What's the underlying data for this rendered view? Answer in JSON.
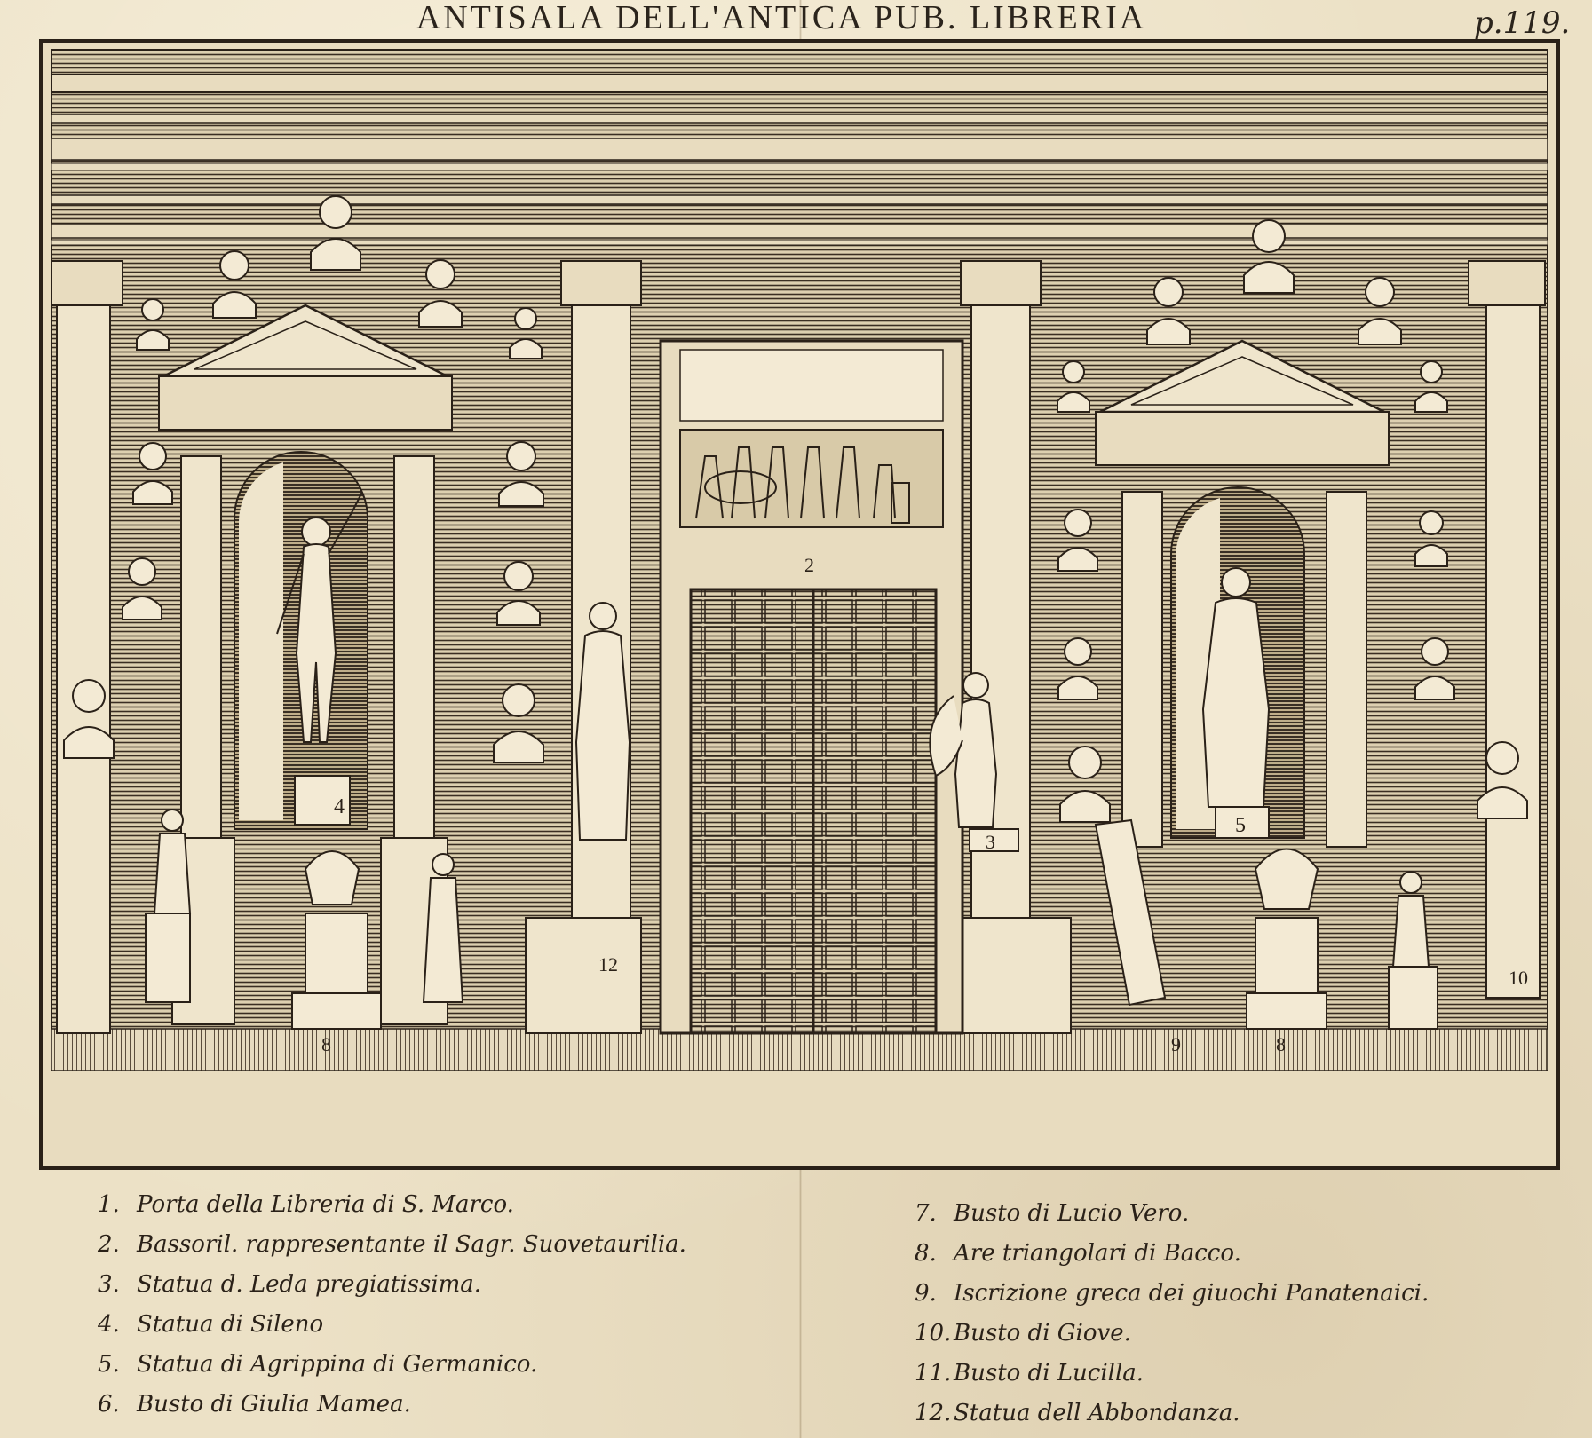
{
  "title": "ANTISALA DELL'ANTICA PUB. LIBRERIA",
  "page_number": "p.119.",
  "plate_labels": {
    "n2": "2",
    "n3": "3",
    "n4": "4",
    "n5": "5",
    "n8a": "8",
    "n8b": "8",
    "n9": "9",
    "n10": "10",
    "n12": "12"
  },
  "legend_left": [
    {
      "num": "1.",
      "text": "Porta della Libreria di S. Marco."
    },
    {
      "num": "2.",
      "text": "Bassoril. rappresentante il Sagr. Suovetaurilia."
    },
    {
      "num": "3.",
      "text": "Statua d. Leda pregiatissima."
    },
    {
      "num": "4.",
      "text": "Statua di Sileno"
    },
    {
      "num": "5.",
      "text": "Statua di Agrippina di Germanico."
    },
    {
      "num": "6.",
      "text": "Busto di Giulia Mamea."
    }
  ],
  "legend_right": [
    {
      "num": "7.",
      "text": "Busto di Lucio Vero."
    },
    {
      "num": "8.",
      "text": "Are triangolari di Bacco."
    },
    {
      "num": "9.",
      "text": "Iscrizione greca dei giuochi Panatenaici."
    },
    {
      "num": "10.",
      "text": "Busto di Giove."
    },
    {
      "num": "11.",
      "text": "Busto di Lucilla."
    },
    {
      "num": "12.",
      "text": "Statua dell Abbondanza."
    }
  ],
  "colors": {
    "paper": "#ece1c6",
    "ink": "#2a2118"
  }
}
